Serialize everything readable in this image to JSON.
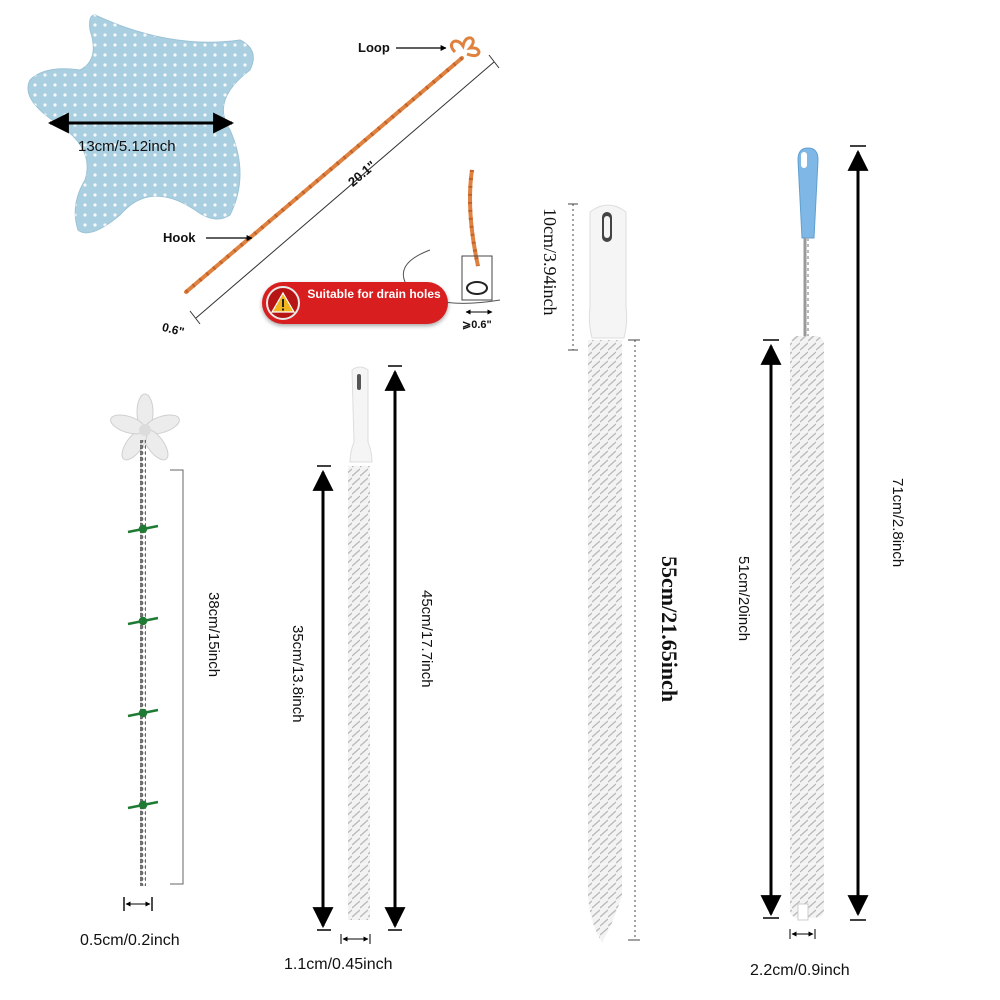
{
  "strainer": {
    "size_label": "13cm/5.12inch",
    "color": "#a9cfe0"
  },
  "hook_tool": {
    "loop_label": "Loop",
    "hook_label": "Hook",
    "length_label": "20.1\"",
    "width_label": "0.6\"",
    "hole_label": "⩾0.6\"",
    "badge_text": "Suitable for drain holes",
    "color": "#e0823f"
  },
  "flower_chain": {
    "length_label": "38cm/15inch",
    "width_label": "0.5cm/0.2inch"
  },
  "brush_small": {
    "length_label": "45cm/17.7inch",
    "bristle_label": "35cm/13.8inch",
    "width_label": "1.1cm/0.45inch"
  },
  "brush_medium": {
    "length_label": "55cm/21.65inch",
    "handle_label": "10cm/3.94inch"
  },
  "brush_large": {
    "length_label": "71cm/2.8inch",
    "bristle_label": "51cm/20inch",
    "width_label": "2.2cm/0.9inch",
    "handle_color": "#7fb8e6"
  }
}
